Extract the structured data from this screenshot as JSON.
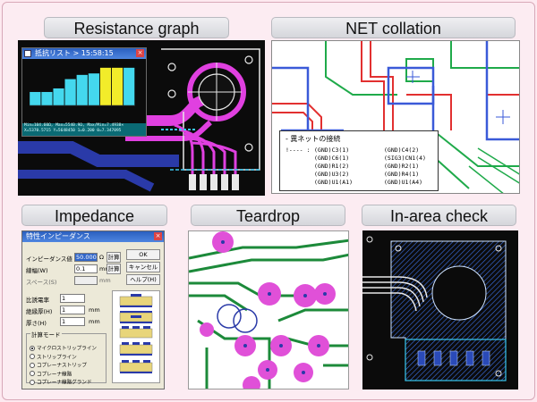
{
  "labels": {
    "resistance": "Resistance graph",
    "net": "NET collation",
    "impedance": "Impedance",
    "teardrop": "Teardrop",
    "inarea": "In-area check"
  },
  "resistance_window": {
    "title": "抵抗リスト > 15:58:15",
    "status_line1": "Min=104.60Ω, Max=5540.9Ω, Max/Min=7.4938×",
    "status_line2": "X=5370.5715 Y=5648450  1=0.200 0=7.347095",
    "bar_values": [
      1.9,
      1.9,
      2.4,
      3.7,
      4.3,
      4.5,
      5.3,
      5.3,
      5.3
    ],
    "highlight_bars": [
      6,
      7
    ]
  },
  "net_popup": {
    "title": "‐ 異ネットの接続",
    "prefix": "!---- :",
    "col1": [
      "(GND)C3(1)",
      "(GND)C6(1)",
      "(GND)R1(2)",
      "(GND)U3(2)",
      "(GND)U1(A1)"
    ],
    "col2": [
      "(GND)C4(2)",
      "(SIG3)CN1(4)",
      "(GND)R2(1)",
      "(GND)R4(1)",
      "(GND)U1(A4)"
    ]
  },
  "impedance_dialog": {
    "title": "特性インピーダンス",
    "row1_label": "インピーダンス値",
    "row1_value": "50.000",
    "row1_unit": "Ω",
    "row2_label": "線幅(W)",
    "row2_value": "0.1",
    "row2_unit": "mm",
    "row3_label": "スペース(S)",
    "row3_unit": "mm",
    "calc1": "計算",
    "calc2": "計算",
    "ok": "OK",
    "cancel": "キャンセル",
    "help": "ヘルプ(H)",
    "er_label": "比誘電率",
    "er_value": "1",
    "h_label": "絶縁厚(H)",
    "h_value": "1",
    "h_unit": "mm",
    "t_label": "厚さ(H)",
    "t_value": "1",
    "t_unit": "mm",
    "mode_title": "計算モード",
    "modes": [
      "マイクロストリップライン",
      "ストリップライン",
      "コプレーナストリップ",
      "コプレーナ線路",
      "コプレーナ線路グランド"
    ]
  },
  "colors": {
    "pcb_bg": "#0b0b0b",
    "trace_magenta": "#e040e0",
    "pad_white": "#e8e8e8",
    "bar_cyan": "#44d8ee",
    "bar_yellow": "#f2ec2a",
    "net_red": "#e23030",
    "net_green": "#1faa4a",
    "net_blue": "#3a5ad8",
    "tear_magenta": "#e050d8",
    "tear_green": "#1c8a3a",
    "hatch_blue": "#3c70e8"
  },
  "icons": [
    "window-icon",
    "radio-icon",
    "stackup-diagram"
  ]
}
